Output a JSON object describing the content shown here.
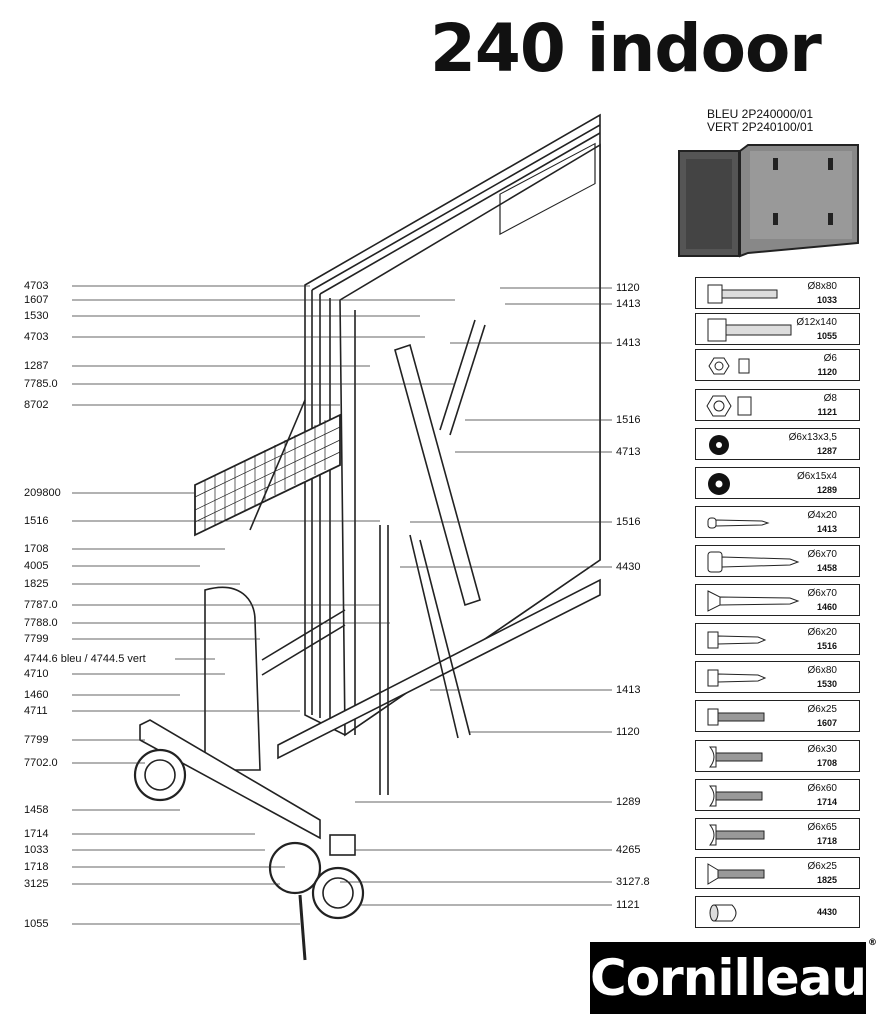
{
  "title": "240 indoor",
  "colors": {
    "variant_1": "BLEU 2P240000/01",
    "variant_2": "VERT 2P240100/01"
  },
  "labels_left": [
    "4703",
    "1607",
    "1530",
    "4703",
    "1287",
    "7785.0",
    "8702",
    "209800",
    "1516",
    "1708",
    "4005",
    "1825",
    "7787.0",
    "7788.0",
    "7799",
    "4744.6 bleu / 4744.5 vert",
    "4710",
    "1460",
    "4711",
    "7799",
    "7702.0",
    "1458",
    "1714",
    "1033",
    "1718",
    "3125",
    "1055"
  ],
  "labels_right": [
    "1120",
    "1413",
    "1413",
    "1516",
    "4713",
    "1516",
    "4430",
    "1413",
    "1120",
    "1289",
    "4265",
    "3127.8",
    "1121"
  ],
  "parts": [
    {
      "spec": "Ø8x80",
      "ref": "1033",
      "icon": "bolt-icon"
    },
    {
      "spec": "Ø12x140",
      "ref": "1055",
      "icon": "bolt-icon"
    },
    {
      "spec": "Ø6",
      "ref": "1120",
      "icon": "nut-icon"
    },
    {
      "spec": "Ø8",
      "ref": "1121",
      "icon": "nut-icon"
    },
    {
      "spec": "Ø6x13x3,5",
      "ref": "1287",
      "icon": "washer-icon"
    },
    {
      "spec": "Ø6x15x4",
      "ref": "1289",
      "icon": "washer-icon"
    },
    {
      "spec": "Ø4x20",
      "ref": "1413",
      "icon": "screw-icon"
    },
    {
      "spec": "Ø6x70",
      "ref": "1458",
      "icon": "screw-icon"
    },
    {
      "spec": "Ø6x70",
      "ref": "1460",
      "icon": "countersunk-screw-icon"
    },
    {
      "spec": "Ø6x20",
      "ref": "1516",
      "icon": "hex-screw-icon"
    },
    {
      "spec": "Ø6x80",
      "ref": "1530",
      "icon": "hex-screw-icon"
    },
    {
      "spec": "Ø6x25",
      "ref": "1607",
      "icon": "hex-screw-icon"
    },
    {
      "spec": "Ø6x30",
      "ref": "1708",
      "icon": "round-head-screw-icon"
    },
    {
      "spec": "Ø6x60",
      "ref": "1714",
      "icon": "round-head-screw-icon"
    },
    {
      "spec": "Ø6x65",
      "ref": "1718",
      "icon": "round-head-screw-icon"
    },
    {
      "spec": "Ø6x25",
      "ref": "1825",
      "icon": "countersunk-screw-icon"
    },
    {
      "spec": "",
      "ref": "4430",
      "icon": "cap-icon"
    }
  ],
  "brand": "Cornilleau",
  "brand_mark": "®"
}
